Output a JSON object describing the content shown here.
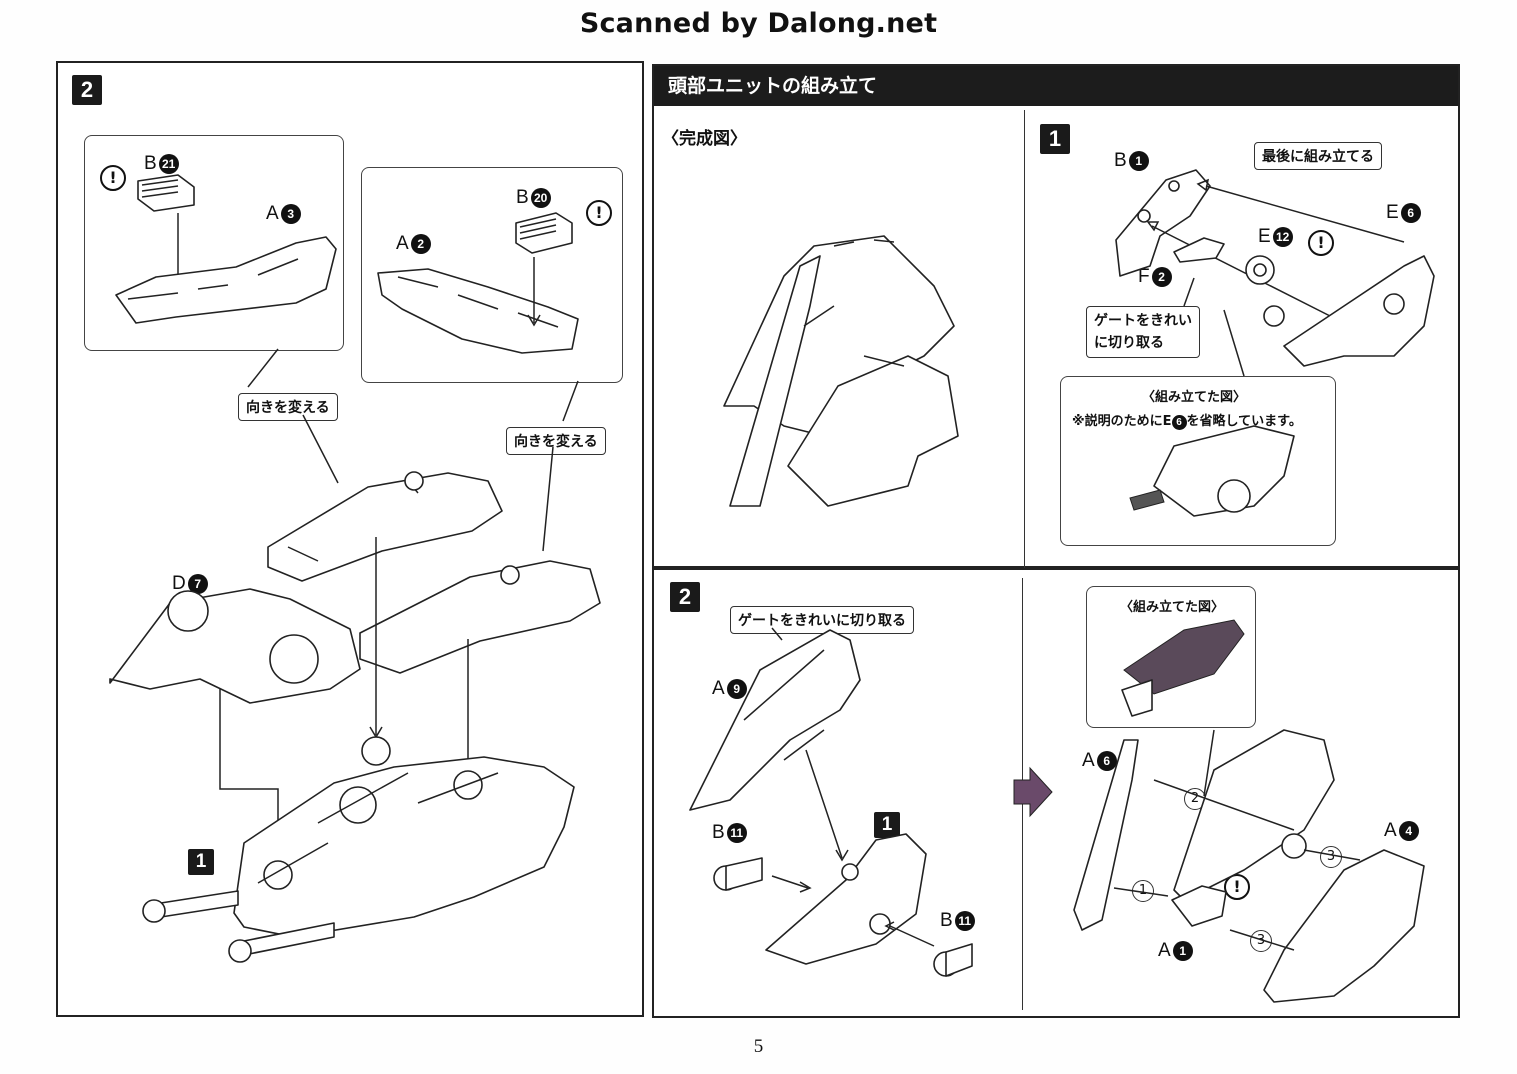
{
  "header": {
    "scanner": "Scanned by Dalong.net"
  },
  "page_number": "5",
  "left_panel": {
    "step": "2",
    "callouts": {
      "turn_left": "向きを変える",
      "turn_right": "向きを変える"
    },
    "parts": {
      "b21": {
        "letter": "B",
        "num": "21"
      },
      "a3": {
        "letter": "A",
        "num": "3"
      },
      "b20": {
        "letter": "B",
        "num": "20"
      },
      "a2": {
        "letter": "A",
        "num": "2"
      },
      "d7": {
        "letter": "D",
        "num": "7"
      }
    },
    "sub_step": "1",
    "warning": "!"
  },
  "right_top": {
    "title": "頭部ユニットの組み立て",
    "completed_label": "〈完成図〉",
    "step1": {
      "step": "1",
      "parts": {
        "b1": {
          "letter": "B",
          "num": "1"
        },
        "e6": {
          "letter": "E",
          "num": "6"
        },
        "e12": {
          "letter": "E",
          "num": "12"
        },
        "f2": {
          "letter": "F",
          "num": "2"
        }
      },
      "callout_last": "最後に組み立てる",
      "callout_gate": "ゲートをきれい\nに切り取る",
      "assembled_title": "〈組み立てた図〉",
      "assembled_note_prefix": "※説明のために",
      "assembled_note_part": "E",
      "assembled_note_num": "6",
      "assembled_note_suffix": "を省略しています。"
    }
  },
  "right_bottom": {
    "step2": {
      "step": "2",
      "callout_gate": "ゲートをきれいに切り取る",
      "parts": {
        "a9": {
          "letter": "A",
          "num": "9"
        },
        "b11a": {
          "letter": "B",
          "num": "11"
        },
        "b11b": {
          "letter": "B",
          "num": "11"
        }
      },
      "sub_step": "1"
    },
    "step3": {
      "assembled_title": "〈組み立てた図〉",
      "parts": {
        "a6": {
          "letter": "A",
          "num": "6"
        },
        "a4": {
          "letter": "A",
          "num": "4"
        },
        "a1": {
          "letter": "A",
          "num": "1"
        }
      },
      "order": [
        "1",
        "2",
        "3",
        "3"
      ]
    }
  }
}
